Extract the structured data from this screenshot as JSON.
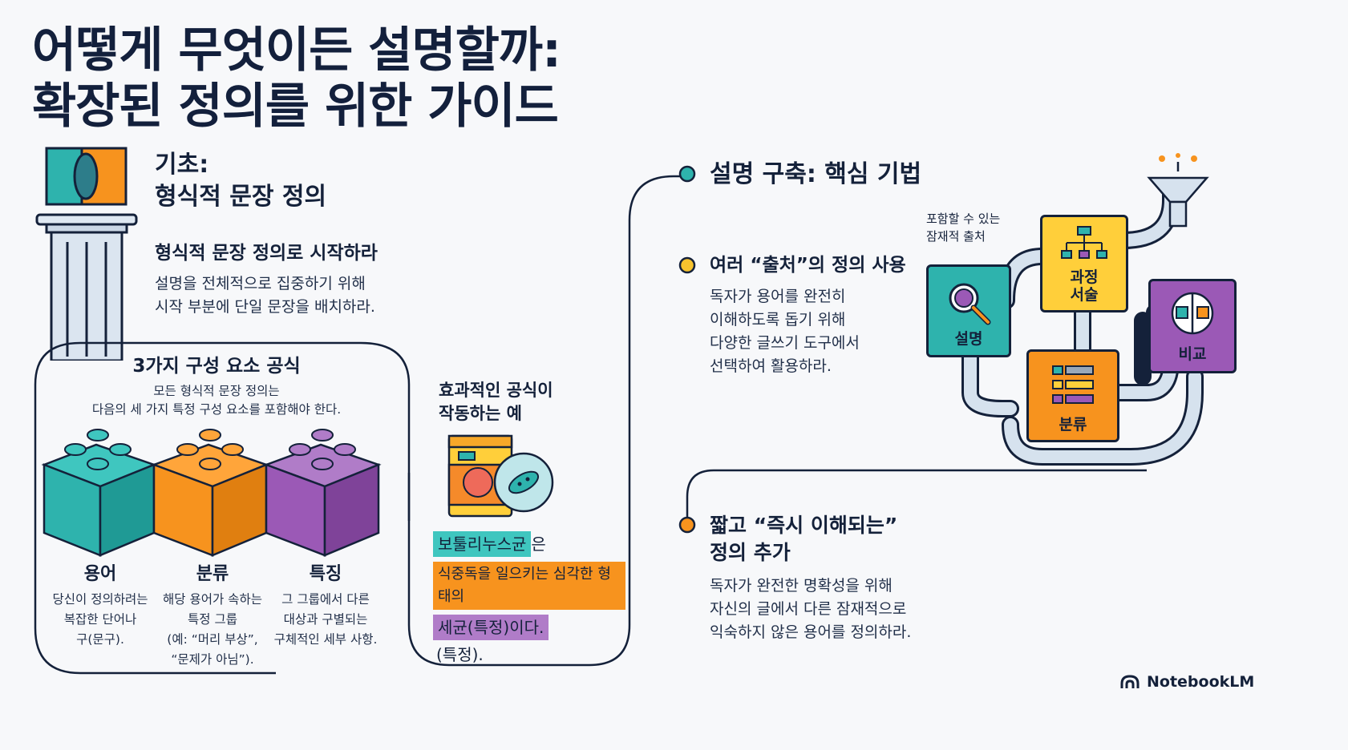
{
  "title": {
    "line1": "어떻게 무엇이든 설명할까:",
    "line2": "확장된 정의를 위한 가이드"
  },
  "foundation": {
    "heading_line1": "기초:",
    "heading_line2": "형식적 문장 정의",
    "subheading": "형식적 문장 정의로 시작하라",
    "body_line1": "설명을 전체적으로 집중하기 위해",
    "body_line2": "시작 부분에 단일 문장을 배치하라."
  },
  "formula": {
    "heading": "3가지 구성 요소 공식",
    "desc_line1": "모든 형식적 문장 정의는",
    "desc_line2": "다음의 세 가지 특정 구성 요소를 포함해야 한다.",
    "components": [
      {
        "label": "용어",
        "lines": [
          "당신이 정의하려는",
          "복잡한 단어나",
          "구(문구)."
        ]
      },
      {
        "label": "분류",
        "lines": [
          "해당 용어가 속하는",
          "특정 그룹",
          "(예: “머리 부상”,",
          "“문제가 아님”)."
        ]
      },
      {
        "label": "특징",
        "lines": [
          "그 그룹에서 다른",
          "대상과 구별되는",
          "구체적인 세부 사항."
        ]
      }
    ],
    "colors": {
      "teal": "#2eb3ad",
      "orange": "#f7931e",
      "purple": "#9b59b6"
    }
  },
  "example": {
    "heading_line1": "효과적인 공식이",
    "heading_line2": "작동하는 예",
    "term": "보툴리누스균",
    "term_suffix": "은",
    "class": "식중독을 일으키는 심각한 형태의",
    "feature": "세균(특정)이다.",
    "note": "(특정)."
  },
  "techniques": {
    "heading": "설명 구축: 핵심 기법",
    "item1": {
      "heading": "여러 “출처”의 정의 사용",
      "lines": [
        "독자가 용어를 완전히",
        "이해하도록 돕기 위해",
        "다양한 글쓰기 도구에서",
        "선택하여 활용하라."
      ]
    },
    "item2": {
      "heading_line1": "짧고 “즉시 이해되는”",
      "heading_line2": "정의 추가",
      "lines": [
        "독자가 완전한 명확성을 위해",
        "자신의 글에서 다른 잠재적으로",
        "익숙하지 않은 용어를 정의하라."
      ]
    }
  },
  "diagram": {
    "caption_line1": "포함할 수 있는",
    "caption_line2": "잠재적 출처",
    "boxes": {
      "explain": "설명",
      "process_line1": "과정",
      "process_line2": "서술",
      "compare": "비교",
      "classify": "분류"
    }
  },
  "brand": {
    "name": "NotebookLM"
  },
  "icons": [
    "venn-icon",
    "pillar-icon",
    "lego-brick-icon",
    "food-can-bacteria-icon",
    "magnifier-icon",
    "org-chart-icon",
    "compare-icon",
    "list-icon",
    "funnel-icon",
    "notebooklm-logo-icon"
  ]
}
